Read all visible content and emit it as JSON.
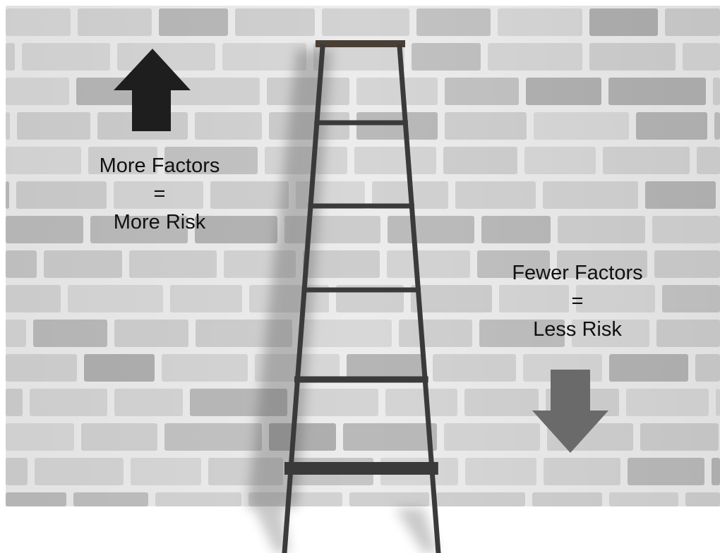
{
  "captions": {
    "more": {
      "line1": "More Factors",
      "line2": "=",
      "line3": "More Risk"
    },
    "fewer": {
      "line1": "Fewer Factors",
      "line2": "=",
      "line3": "Less Risk"
    }
  },
  "arrows": {
    "up": {
      "icon": "arrow-up-icon",
      "color": "#1e1e1e"
    },
    "down": {
      "icon": "arrow-down-icon",
      "color": "#6a6a6a"
    }
  },
  "colors": {
    "mortar": "#ededed",
    "brick_light": "#c9c9c9",
    "brick_dark": "#a8a8a8",
    "ladder": "#3a3a3a"
  }
}
